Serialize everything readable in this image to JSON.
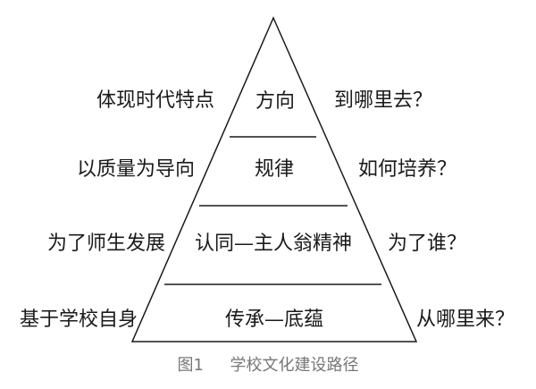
{
  "levels": [
    {
      "center": "方向",
      "left": "体现时代特点",
      "right": "到哪里去？"
    },
    {
      "center": "规律",
      "left": "以质量为导向",
      "right": "如何培养？"
    },
    {
      "center": "认同—主人翁精神",
      "left": "为了师生发展",
      "right": "为了谁？"
    },
    {
      "center": "传承—底蕴",
      "left": "基于学校自身",
      "right": "从哪里来？"
    }
  ],
  "caption": {
    "number": "图1",
    "text": "学校文化建设路径"
  },
  "colors": {
    "line": "#1a1a1a",
    "text": "#1a1a1a",
    "caption": "#777777"
  }
}
